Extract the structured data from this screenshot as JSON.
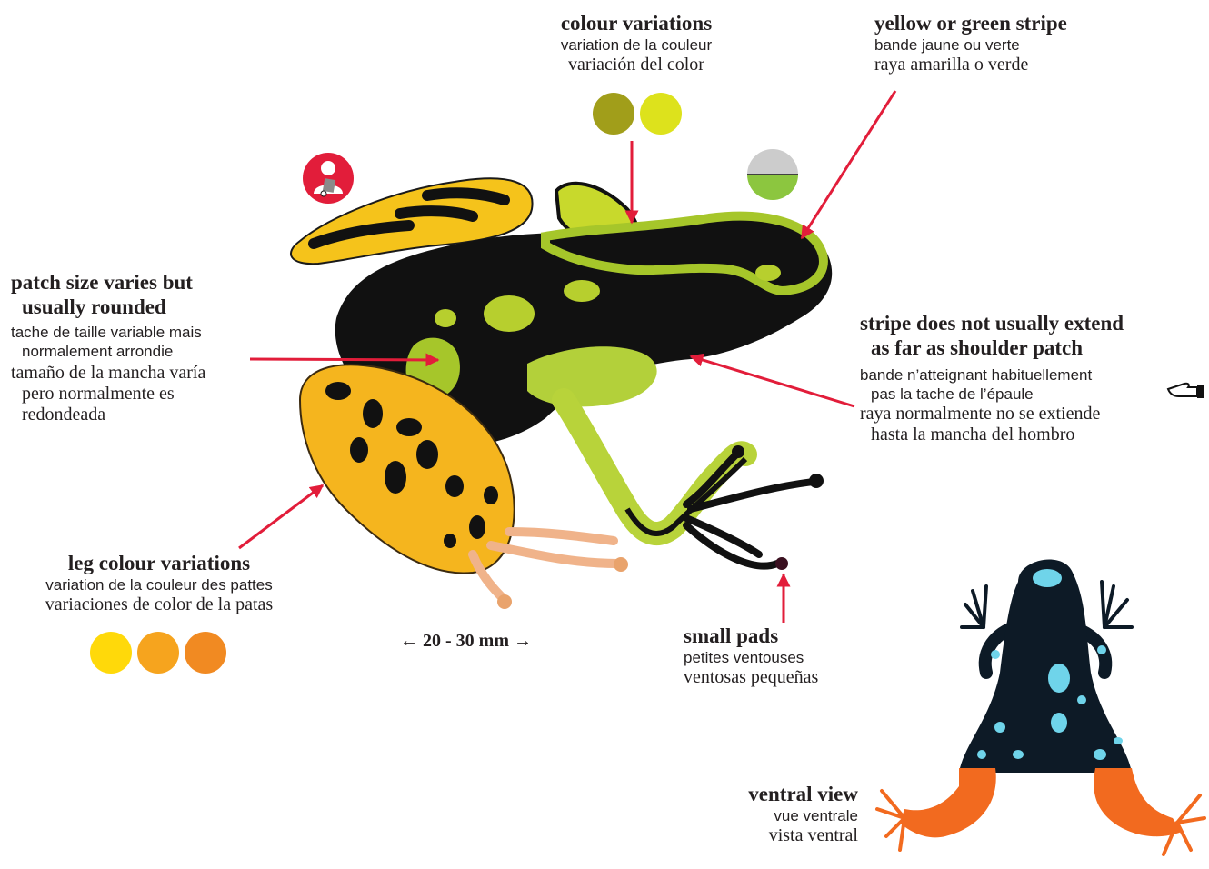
{
  "colour_variations": {
    "title": "colour variations",
    "french": "variation de la couleur",
    "spanish": "variación del color",
    "swatches": [
      "#a19e1a",
      "#dde21c"
    ]
  },
  "stripe": {
    "title": "yellow or green stripe",
    "french": "bande jaune ou verte",
    "spanish": "raya amarilla o verde"
  },
  "patch": {
    "title_line1": "patch size varies but",
    "title_line2": "usually rounded",
    "french_line1": "tache de taille variable mais",
    "french_line2": "normalement arrondie",
    "spanish_line1": "tamaño de la mancha varía",
    "spanish_line2": "pero normalmente es",
    "spanish_line3": "redondeada"
  },
  "stripe_extent": {
    "title_line1": "stripe does not usually extend",
    "title_line2": "as far as shoulder patch",
    "french_line1": "bande n’atteignant habituellement",
    "french_line2": "pas la tache de l’épaule",
    "spanish_line1": "raya normalmente no se extiende",
    "spanish_line2": "hasta la mancha del hombro"
  },
  "leg_colour": {
    "title": "leg colour variations",
    "french": "variation de la couleur des pattes",
    "spanish": "variaciones de color de la patas",
    "swatches": [
      "#ffd90a",
      "#f6a41e",
      "#f18a22"
    ]
  },
  "size": {
    "text": "20 - 30 mm",
    "left_arrow": "←",
    "right_arrow": "→"
  },
  "pads": {
    "title": "small pads",
    "french": "petites ventouses",
    "spanish": "ventosas pequeñas"
  },
  "ventral": {
    "title": "ventral view",
    "french": "vue ventrale",
    "spanish": "vista ventral"
  },
  "colors": {
    "arrow": "#e21d3a",
    "frog_black": "#111111",
    "frog_green": "#a6c62a",
    "frog_yellow": "#f5c31b",
    "ventral_body": "#0d1a26",
    "ventral_spots": "#6fd4ea",
    "ventral_legs": "#f26a1f",
    "habitat_badge": "#e21d3a",
    "terrestrial_ground": "#8cc63f",
    "terrestrial_sky": "#cccccc"
  },
  "icons": [
    "naturalist-badge-icon",
    "terrestrial-habitat-icon",
    "pointing-hand-icon"
  ]
}
